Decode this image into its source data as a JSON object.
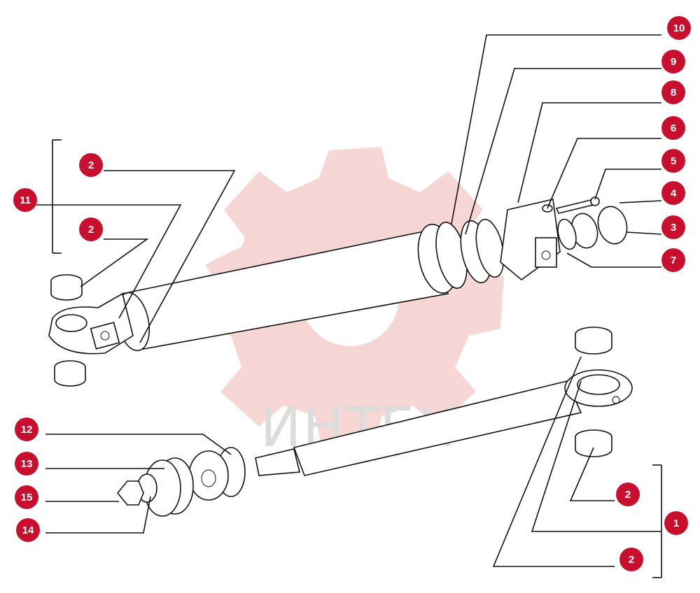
{
  "watermark": {
    "text": "ИНТЕХ",
    "gear_color": "#f0b4b4"
  },
  "badge_color": "#c8102e",
  "callouts": [
    {
      "id": "c10",
      "label": "10"
    },
    {
      "id": "c9",
      "label": "9"
    },
    {
      "id": "c8",
      "label": "8"
    },
    {
      "id": "c6",
      "label": "6"
    },
    {
      "id": "c5",
      "label": "5"
    },
    {
      "id": "c4",
      "label": "4"
    },
    {
      "id": "c3",
      "label": "3"
    },
    {
      "id": "c7",
      "label": "7"
    },
    {
      "id": "c2a",
      "label": "2"
    },
    {
      "id": "c11",
      "label": "11"
    },
    {
      "id": "c2b",
      "label": "2"
    },
    {
      "id": "c12",
      "label": "12"
    },
    {
      "id": "c13",
      "label": "13"
    },
    {
      "id": "c15",
      "label": "15"
    },
    {
      "id": "c14",
      "label": "14"
    },
    {
      "id": "c2c",
      "label": "2"
    },
    {
      "id": "c1",
      "label": "1"
    },
    {
      "id": "c2d",
      "label": "2"
    }
  ]
}
